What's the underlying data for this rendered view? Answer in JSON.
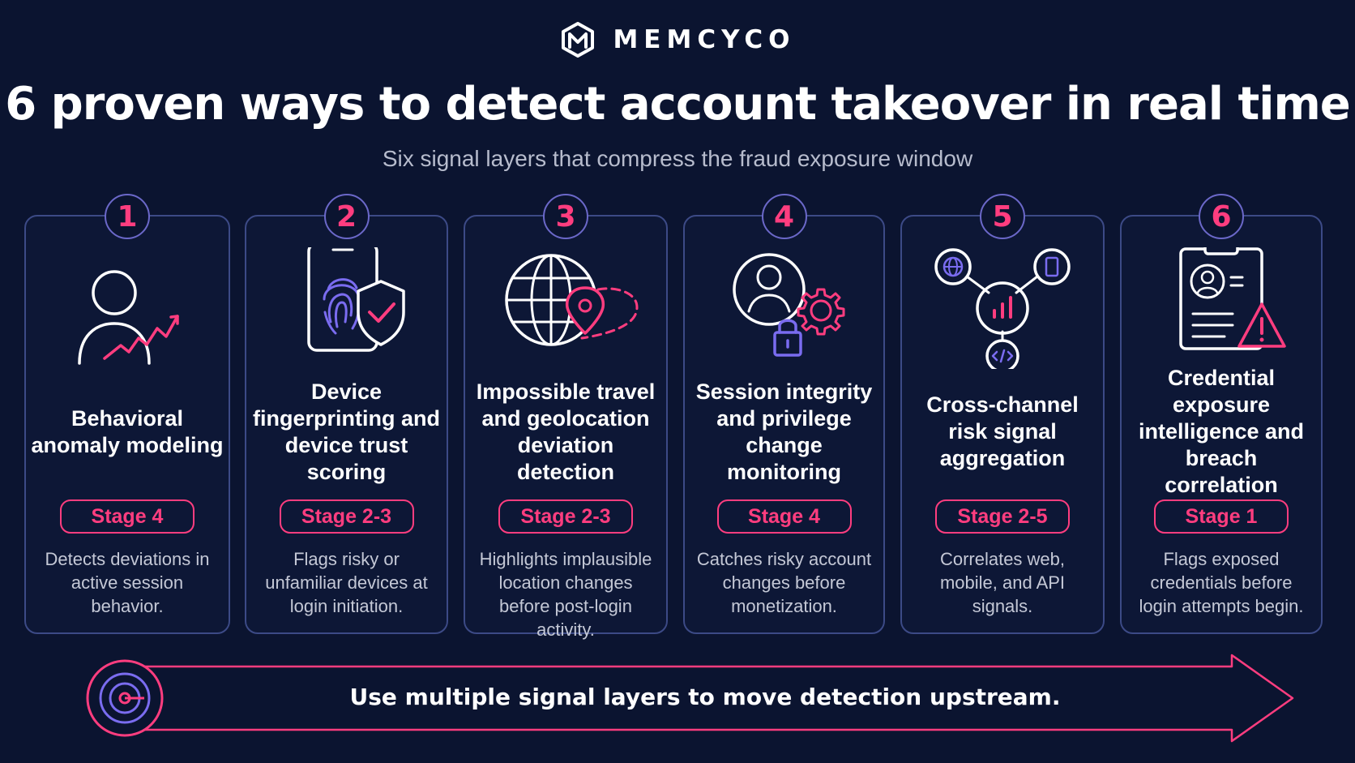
{
  "brand": {
    "name": "MEMCYCO"
  },
  "header": {
    "title": "6 proven ways to detect account takeover in real time",
    "subtitle": "Six signal layers that compress the fraud exposure window"
  },
  "colors": {
    "background": "#0b1430",
    "accent": "#ff3d7f",
    "secondary": "#7a6cf0",
    "card_border": "#3c4a86"
  },
  "cards": [
    {
      "number": "1",
      "icon": "user-trend-icon",
      "title": "Behavioral anomaly modeling",
      "stage": "Stage 4",
      "description": "Detects deviations in active session behavior."
    },
    {
      "number": "2",
      "icon": "phone-fingerprint-shield-icon",
      "title": "Device fingerprinting and device trust scoring",
      "stage": "Stage 2-3",
      "description": "Flags risky or unfamiliar devices at login initiation."
    },
    {
      "number": "3",
      "icon": "globe-location-icon",
      "title": "Impossible travel and geolocation deviation detection",
      "stage": "Stage 2-3",
      "description": "Highlights implausible location changes before post-login activity."
    },
    {
      "number": "4",
      "icon": "user-lock-gear-icon",
      "title": "Session integrity and privilege change monitoring",
      "stage": "Stage 4",
      "description": "Catches risky account changes before monetization."
    },
    {
      "number": "5",
      "icon": "network-nodes-icon",
      "title": "Cross-channel risk signal aggregation",
      "stage": "Stage 2-5",
      "description": "Correlates web, mobile, and API signals."
    },
    {
      "number": "6",
      "icon": "clipboard-warning-icon",
      "title": "Credential exposure intelligence and breach correlation",
      "stage": "Stage 1",
      "description": "Flags exposed credentials before login attempts begin."
    }
  ],
  "banner": {
    "icon": "target-icon",
    "text": "Use multiple signal layers to move detection upstream."
  }
}
